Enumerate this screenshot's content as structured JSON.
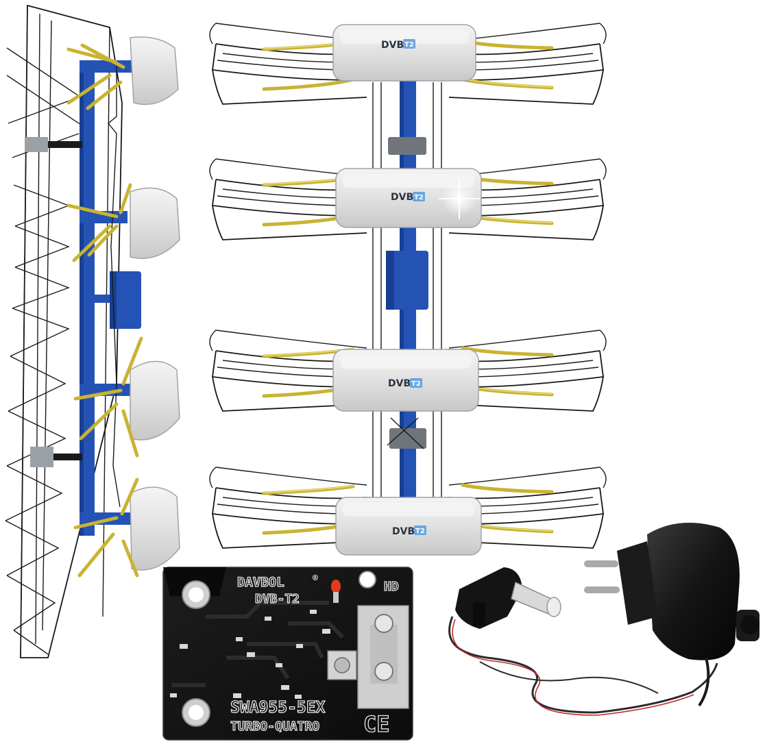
{
  "scene": {
    "description_title": "",
    "antenna_label_main": "DVB",
    "antenna_label_tag": "T2",
    "amplifier_board": {
      "brand": "DAVBOL",
      "registered_mark": "®",
      "standard": "DVB-T2",
      "hd_badge": "HD",
      "model": "SWA955-5EX",
      "series": "TURBO-QUATRO",
      "certification": "CE"
    },
    "colors": {
      "mast": "#2553b5",
      "dipoles": "#c9b332",
      "housing": "#e4e4e4",
      "pcb": "#141414",
      "power_supply": "#151515"
    }
  }
}
